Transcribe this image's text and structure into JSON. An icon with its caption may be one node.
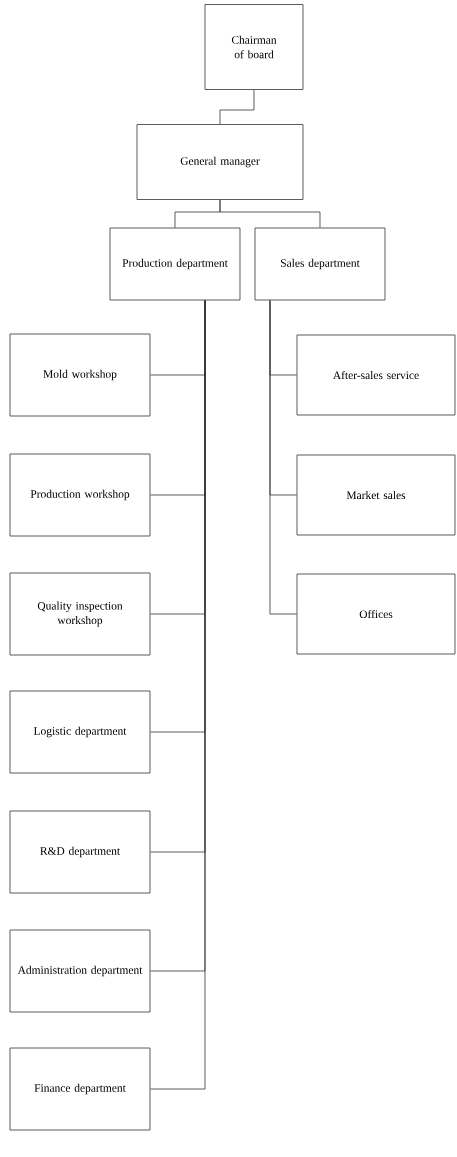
{
  "diagram": {
    "nodes": [
      {
        "text": [
          "Chairman of board"
        ]
      },
      {
        "text": [
          "General manager"
        ]
      },
      {
        "text": [
          "Production department"
        ]
      },
      {
        "text": [
          "Sales department"
        ]
      },
      {
        "text": [
          "Mold workshop"
        ]
      },
      {
        "text": [
          "Production workshop"
        ]
      },
      {
        "text": [
          "Quality inspection workshop"
        ]
      },
      {
        "text": [
          "Logistic department"
        ]
      },
      {
        "text": [
          "R&D department"
        ]
      },
      {
        "text": [
          "Administration department"
        ]
      },
      {
        "text": [
          "Finance department"
        ]
      },
      {
        "text": [
          "After-sales service"
        ]
      },
      {
        "text": [
          "Market sales"
        ]
      },
      {
        "text": [
          "Offices"
        ]
      }
    ],
    "edges": [
      {
        "from": 0,
        "to": 1,
        "arrow": "none"
      },
      {
        "from": 1,
        "to": 2,
        "arrow": "none"
      },
      {
        "from": 1,
        "to": 3,
        "arrow": "none"
      },
      {
        "from": 2,
        "to": 4,
        "arrow": "none"
      },
      {
        "from": 2,
        "to": 5,
        "arrow": "none"
      },
      {
        "from": 2,
        "to": 6,
        "arrow": "none"
      },
      {
        "from": 2,
        "to": 7,
        "arrow": "none"
      },
      {
        "from": 2,
        "to": 8,
        "arrow": "none"
      },
      {
        "from": 2,
        "to": 9,
        "arrow": "none"
      },
      {
        "from": 2,
        "to": 10,
        "arrow": "none"
      },
      {
        "from": 3,
        "to": 11,
        "arrow": "none"
      },
      {
        "from": 3,
        "to": 12,
        "arrow": "none"
      },
      {
        "from": 3,
        "to": 13,
        "arrow": "none"
      }
    ]
  }
}
